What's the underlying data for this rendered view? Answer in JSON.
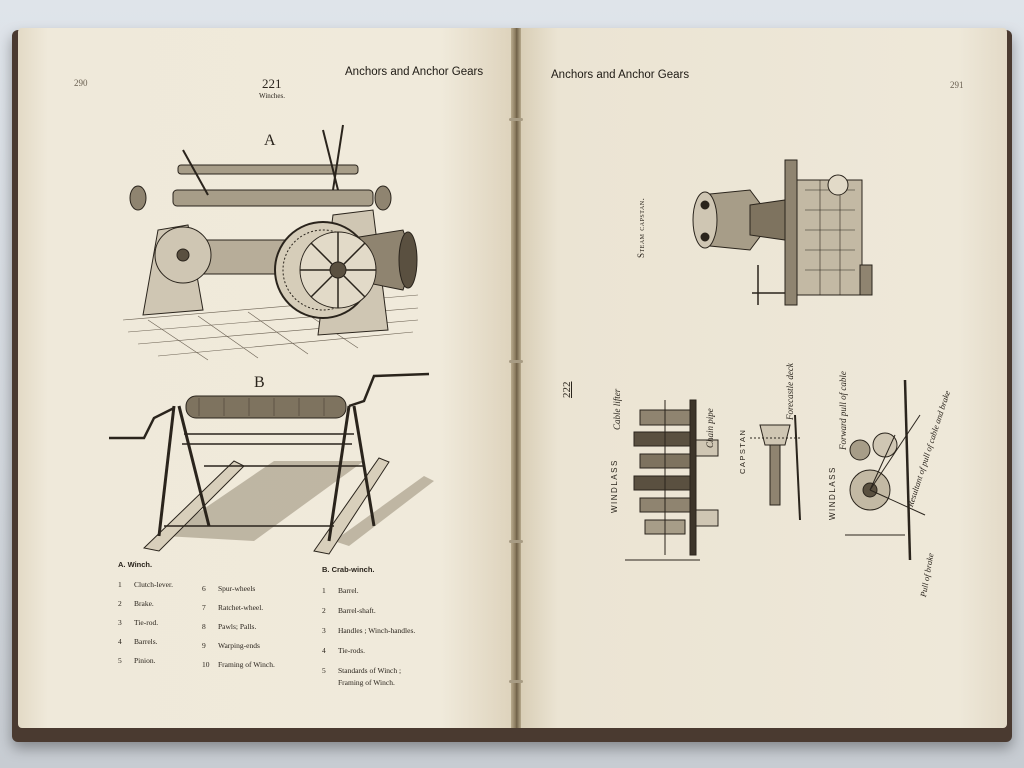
{
  "left_page": {
    "folio": "290",
    "running_head": "Anchors and Anchor Gears",
    "plate_number": "221",
    "plate_subtitle": "Winches.",
    "figure_a_letter": "A",
    "figure_b_letter": "B",
    "legend_a_title": "A.  Winch.",
    "legend_b_title": "B.  Crab-winch.",
    "legend_a_col1": [
      {
        "n": "1",
        "t": "Clutch-lever."
      },
      {
        "n": "2",
        "t": "Brake."
      },
      {
        "n": "3",
        "t": "Tie-rod."
      },
      {
        "n": "4",
        "t": "Barrels."
      },
      {
        "n": "5",
        "t": "Pinion."
      }
    ],
    "legend_a_col2": [
      {
        "n": "6",
        "t": "Spur-wheels"
      },
      {
        "n": "7",
        "t": "Ratchet-wheel."
      },
      {
        "n": "8",
        "t": "Pawls; Palls."
      },
      {
        "n": "9",
        "t": "Warping-ends"
      },
      {
        "n": "10",
        "t": "Framing of Winch."
      }
    ],
    "legend_b": [
      {
        "n": "1",
        "t": "Barrel."
      },
      {
        "n": "2",
        "t": "Barrel-shaft."
      },
      {
        "n": "3",
        "t": "Handles ; Winch-handles."
      },
      {
        "n": "4",
        "t": "Tie-rods."
      },
      {
        "n": "5",
        "t": "Standards of Winch ;"
      }
    ],
    "legend_b_cont": "Framing of Winch."
  },
  "right_page": {
    "folio": "291",
    "running_head": "Anchors and Anchor Gears",
    "plate_number": "222",
    "steam_capstan_label": "Steam capstan.",
    "windlass_label_1": "WINDLASS",
    "windlass_label_2": "WINDLASS",
    "capstan_label": "CAPSTAN",
    "cable_lifter": "Cable lifter",
    "chain_pipe": "Chain pipe",
    "forecastle_deck": "Forecastle deck",
    "forward_pull": "Forward pull of cable",
    "resultant_pull": "Resultant of pull of cable and brake",
    "pull_of_brake": "Pull of brake"
  },
  "colors": {
    "paper": "#efe9da",
    "ink": "#2a241c",
    "cover": "#4a3a30",
    "background": "#dfe3e8"
  }
}
